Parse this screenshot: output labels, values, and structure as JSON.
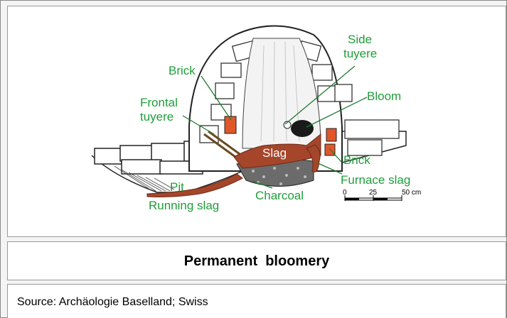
{
  "diagram": {
    "labels": {
      "brick_top": "Brick",
      "side_tuyere": [
        "Side",
        "tuyere"
      ],
      "bloom": "Bloom",
      "frontal_tuyere": [
        "Frontal",
        "tuyere"
      ],
      "slag": "Slag",
      "brick_right": "Brick",
      "furnace_slag": "Furnace slag",
      "pit": "Pit",
      "charcoal": "Charcoal",
      "running_slag": "Running slag"
    },
    "scale": {
      "ticks": [
        "0",
        "25",
        "50 cm"
      ]
    },
    "colors": {
      "label": "#1f9e3a",
      "slag": "#a5452a",
      "brick": "#e0572a",
      "charcoal": "#6b6b6b"
    }
  },
  "caption": "Permanent  bloomery",
  "source": "Source: Archäologie Baselland; Swiss"
}
